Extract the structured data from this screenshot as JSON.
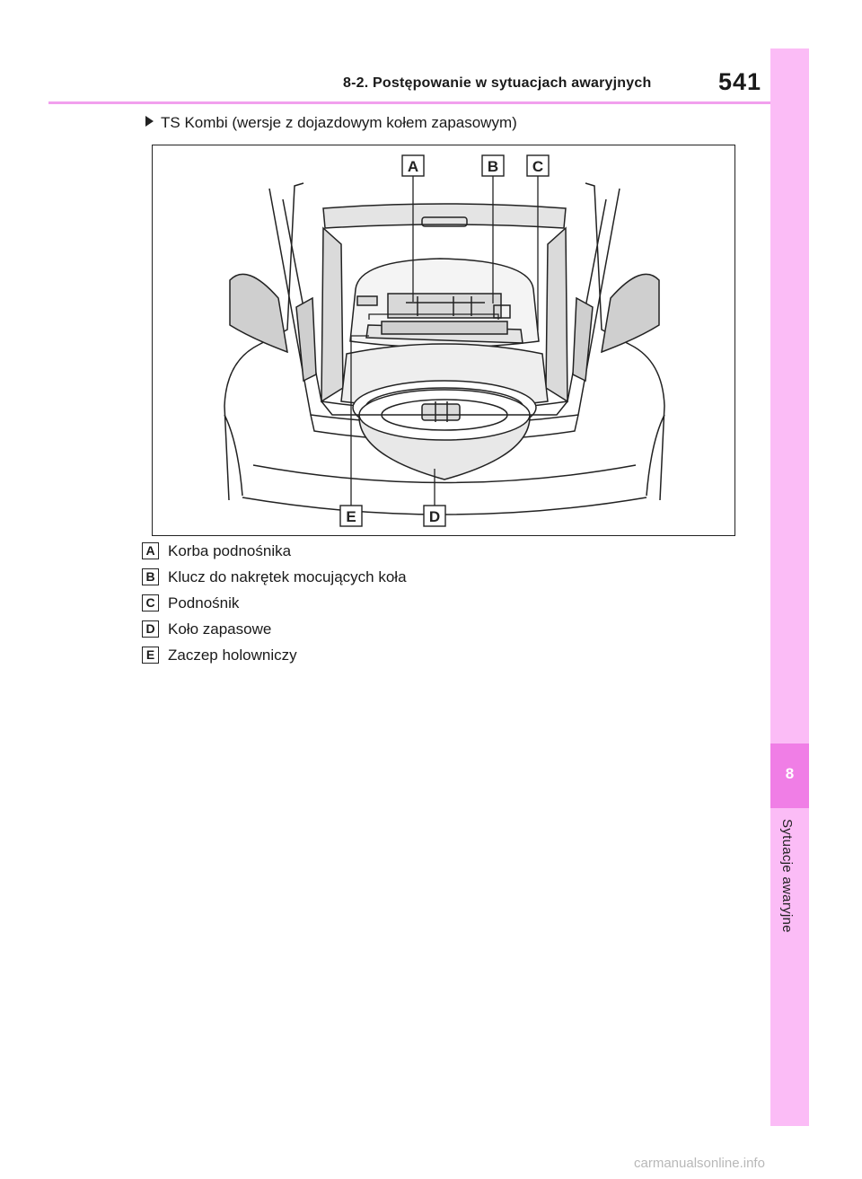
{
  "header": {
    "section_title": "8-2. Postępowanie w sytuacjach awaryjnych",
    "page_number": "541"
  },
  "side_tab": {
    "chapter_number": "8",
    "chapter_label": "Sytuacje awaryjne"
  },
  "subheading": "TS Kombi (wersje z dojazdowym kołem zapasowym)",
  "figure": {
    "callouts": [
      "A",
      "B",
      "C",
      "D",
      "E"
    ]
  },
  "legend": [
    {
      "letter": "A",
      "text": "Korba podnośnika"
    },
    {
      "letter": "B",
      "text": "Klucz do nakrętek mocujących koła"
    },
    {
      "letter": "C",
      "text": "Podnośnik"
    },
    {
      "letter": "D",
      "text": "Koło zapasowe"
    },
    {
      "letter": "E",
      "text": "Zaczep holowniczy"
    }
  ],
  "watermark": "carmanualsonline.info",
  "colors": {
    "tab_pink": "#fbbcf6",
    "tab_pink_dark": "#f07ee6",
    "rule_pink": "#f2a0ee"
  }
}
